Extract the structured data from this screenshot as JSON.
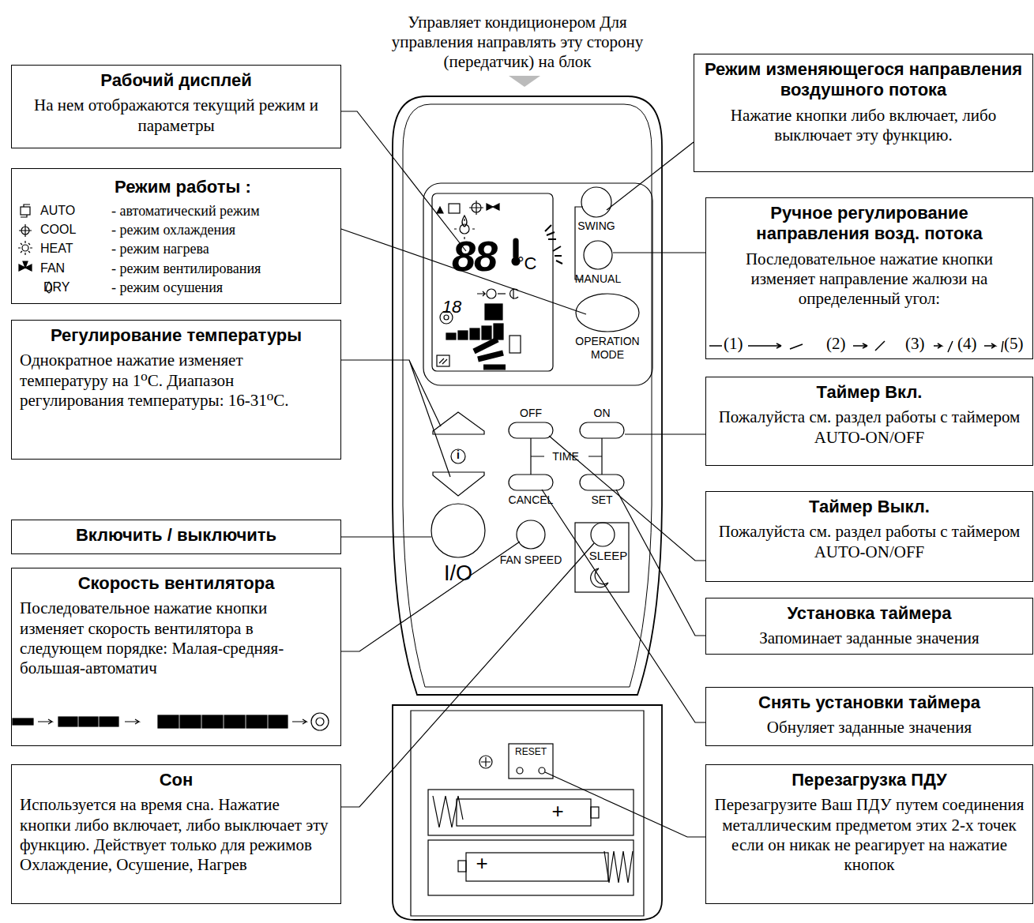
{
  "diagram": {
    "nodes": [
      {
        "text": [
          "Рабочий дисплей",
          "На нем отображаются текущий режим и параметры"
        ]
      },
      {
        "text": [
          "Режим работы :",
          "AUTO",
          "- автоматический режим",
          "COOL",
          "- режим охлаждения",
          "HEAT",
          "- режим нагрева",
          "FAN",
          "- режим вентилирования",
          "DRY",
          "- режим осушения"
        ]
      },
      {
        "text": [
          "Регулирование температуры",
          "Однократное нажатие изменяет температуру на 1⁰С. Диапазон регулирования температуры: 16-31⁰С."
        ]
      },
      {
        "text": [
          "Включить / выключить"
        ]
      },
      {
        "text": [
          "Скорость вентилятора",
          "Последовательное нажатие кнопки изменяет скорость вентилятора в следующем порядке: Малая-средняя-большая-автоматич"
        ]
      },
      {
        "text": [
          "Сон",
          "Используется на время сна. Нажатие кнопки либо включает, либо выключает эту функцию. Действует только для режимов Охлаждение, Осушение, Нагрев"
        ]
      },
      {
        "text": [
          "Режим изменяющегося направления воздушного потока",
          "Нажатие кнопки либо включает, либо выключает эту функцию."
        ]
      },
      {
        "text": [
          "Ручное регулирование направления возд. потока",
          "Последовательное нажатие кнопки изменяет направление жалюзи на определенный угол:",
          "(1)",
          "(2)",
          "(3)",
          "(4)",
          "(5)"
        ]
      },
      {
        "text": [
          "Таймер Вкл.",
          "Пожалуйста см. раздел работы с таймером AUTO-ON/OFF"
        ]
      },
      {
        "text": [
          "Таймер Выкл.",
          "Пожалуйста см. раздел работы с таймером AUTO-ON/OFF"
        ]
      },
      {
        "text": [
          "Установка таймера",
          "Запоминает заданные значения"
        ]
      },
      {
        "text": [
          "Снять установки таймера",
          "Обнуляет заданные значения"
        ]
      },
      {
        "text": [
          "Перезагрузка ПДУ",
          "Перезагрузите Ваш ПДУ путем соединения металлическим предметом этих 2-х точек если он никак не реагирует на нажатие кнопок"
        ]
      }
    ],
    "labels": [
      "Управляет кондиционером Для управления направлять эту сторону (передатчик) на блок",
      "SWING",
      "MANUAL",
      "OPERATION MODE",
      "OFF",
      "ON",
      "TIME",
      "CANCEL",
      "SET",
      "I/O",
      "FAN SPEED",
      "SLEEP",
      "RESET",
      "+",
      "+",
      "88",
      "°C",
      "18",
      "i"
    ]
  }
}
